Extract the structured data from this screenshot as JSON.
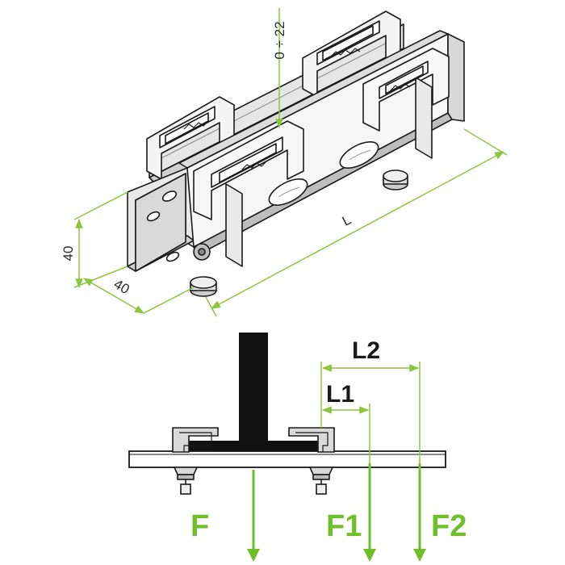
{
  "colors": {
    "dimension": "#8cc63f",
    "force": "#6fbf2a",
    "outline": "#1a1a1a",
    "metal_light": "#f2f2f2",
    "metal_mid": "#d6d6d6",
    "metal_dark": "#a8a8a8",
    "clamp_fill": "#cfcfcf",
    "black": "#111111"
  },
  "top_view": {
    "gap_label": "0 ÷ 22",
    "height_label": "40",
    "width_label": "40",
    "length_label": "L"
  },
  "bottom_view": {
    "lengths": {
      "l1": "L1",
      "l2": "L2"
    },
    "forces": {
      "f": "F",
      "f1": "F1",
      "f2": "F2"
    }
  }
}
